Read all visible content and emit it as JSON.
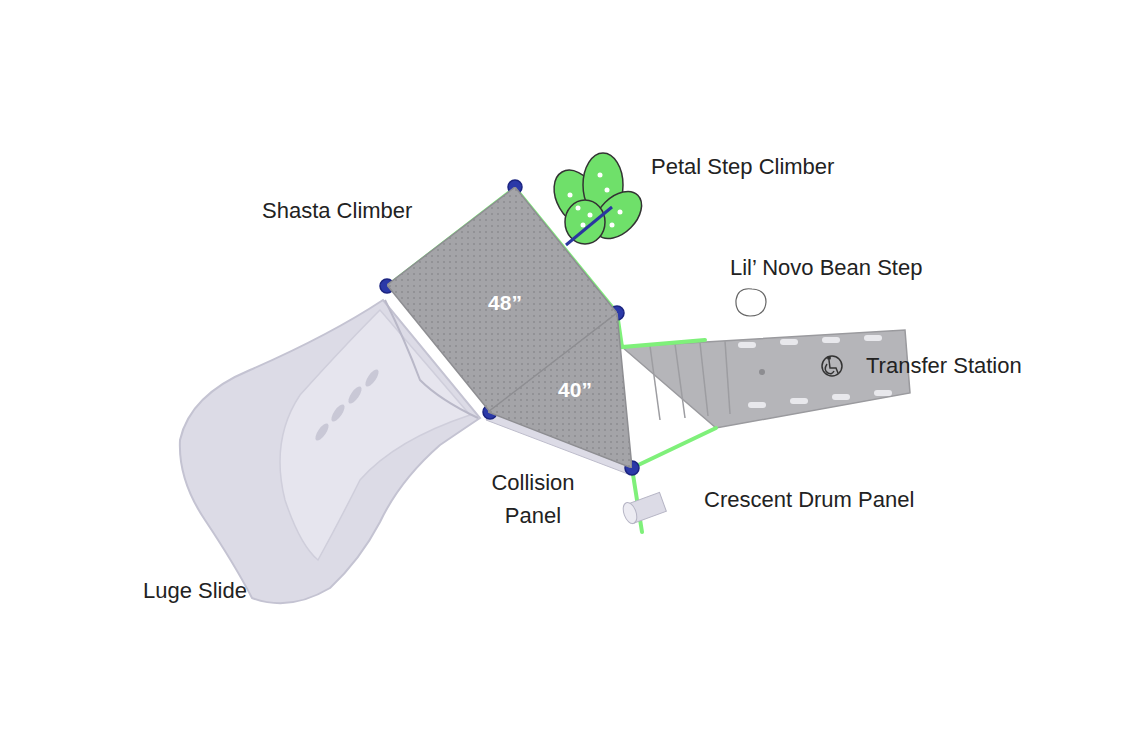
{
  "diagram": {
    "nodes": [
      {
        "text": [
          "48”"
        ]
      },
      {
        "text": [
          "40”"
        ]
      }
    ],
    "labels": [
      "Petal Step Climber",
      "Shasta Climber",
      "Lil’ Novo Bean Step",
      "Transfer Station",
      "Collision Panel",
      "Crescent Drum Panel",
      "Luge Slide"
    ]
  }
}
